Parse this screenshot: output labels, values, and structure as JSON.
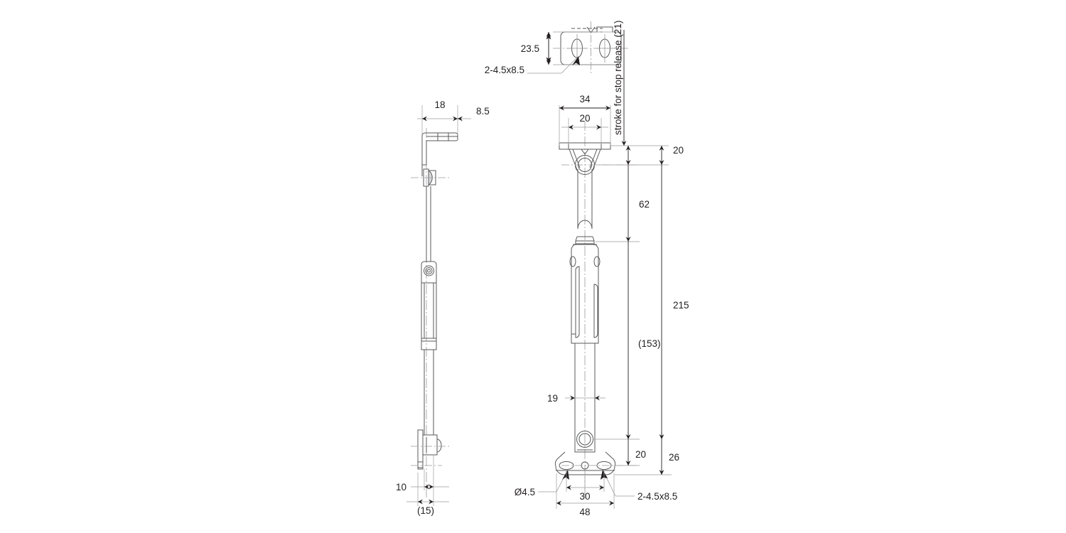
{
  "drawing": {
    "type": "engineering-drawing",
    "subject": "gas spring damper with end mounting brackets",
    "background_color": "#ffffff",
    "line_color": "#58595b",
    "text_color": "#231f20",
    "units": "mm",
    "views": [
      {
        "name": "side-view",
        "position": "left"
      },
      {
        "name": "front-view",
        "position": "right"
      },
      {
        "name": "top-bracket-plan-detail",
        "position": "top-center"
      }
    ]
  },
  "dimensions": {
    "top_bracket": {
      "height_23_5": "23.5",
      "slot_callout": "2-4.5x8.5"
    },
    "front_view": {
      "plate_width_outer": "34",
      "plate_width_inner": "20",
      "stroke_note": "stroke for stop release (21)",
      "eye_to_plate": "20",
      "upper_rod_62": "62",
      "overall_215": "215",
      "compressed_153": "(153)",
      "rod_dia_19": "19",
      "lower_eye_20": "20",
      "lower_base_26": "26",
      "hole_dia": "Ø4.5",
      "hole_pitch_30": "30",
      "base_width_48": "48",
      "slot_callout": "2-4.5x8.5"
    },
    "side_view": {
      "bracket_18": "18",
      "bracket_8_5": "8.5",
      "base_10": "10",
      "base_15": "(15)"
    }
  }
}
